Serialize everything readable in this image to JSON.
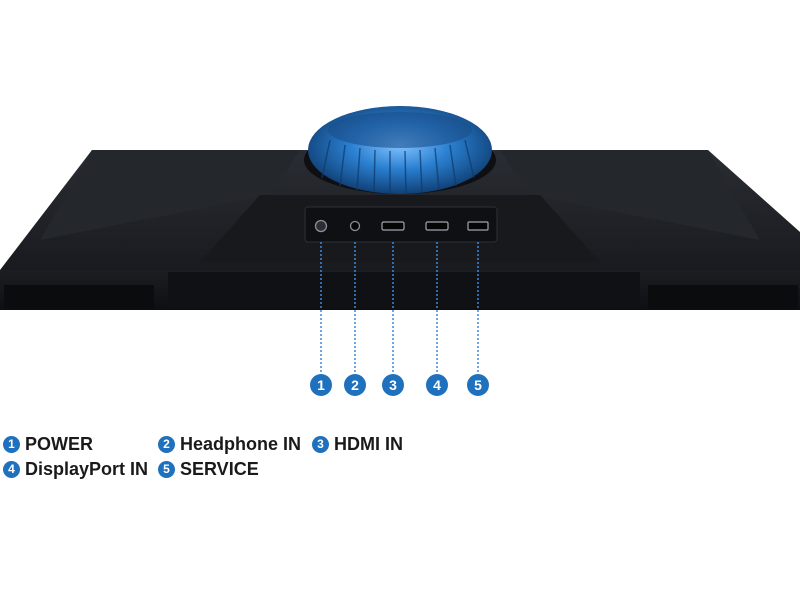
{
  "colors": {
    "accent": "#1f71bd",
    "body": "#1a1c20",
    "ring": "#2a7fd0"
  },
  "callouts": [
    {
      "num": "1"
    },
    {
      "num": "2"
    },
    {
      "num": "3"
    },
    {
      "num": "4"
    },
    {
      "num": "5"
    }
  ],
  "legend": [
    {
      "num": "1",
      "label": "POWER"
    },
    {
      "num": "2",
      "label": "Headphone IN"
    },
    {
      "num": "3",
      "label": "HDMI IN"
    },
    {
      "num": "4",
      "label": "DisplayPort IN"
    },
    {
      "num": "5",
      "label": "SERVICE"
    }
  ]
}
